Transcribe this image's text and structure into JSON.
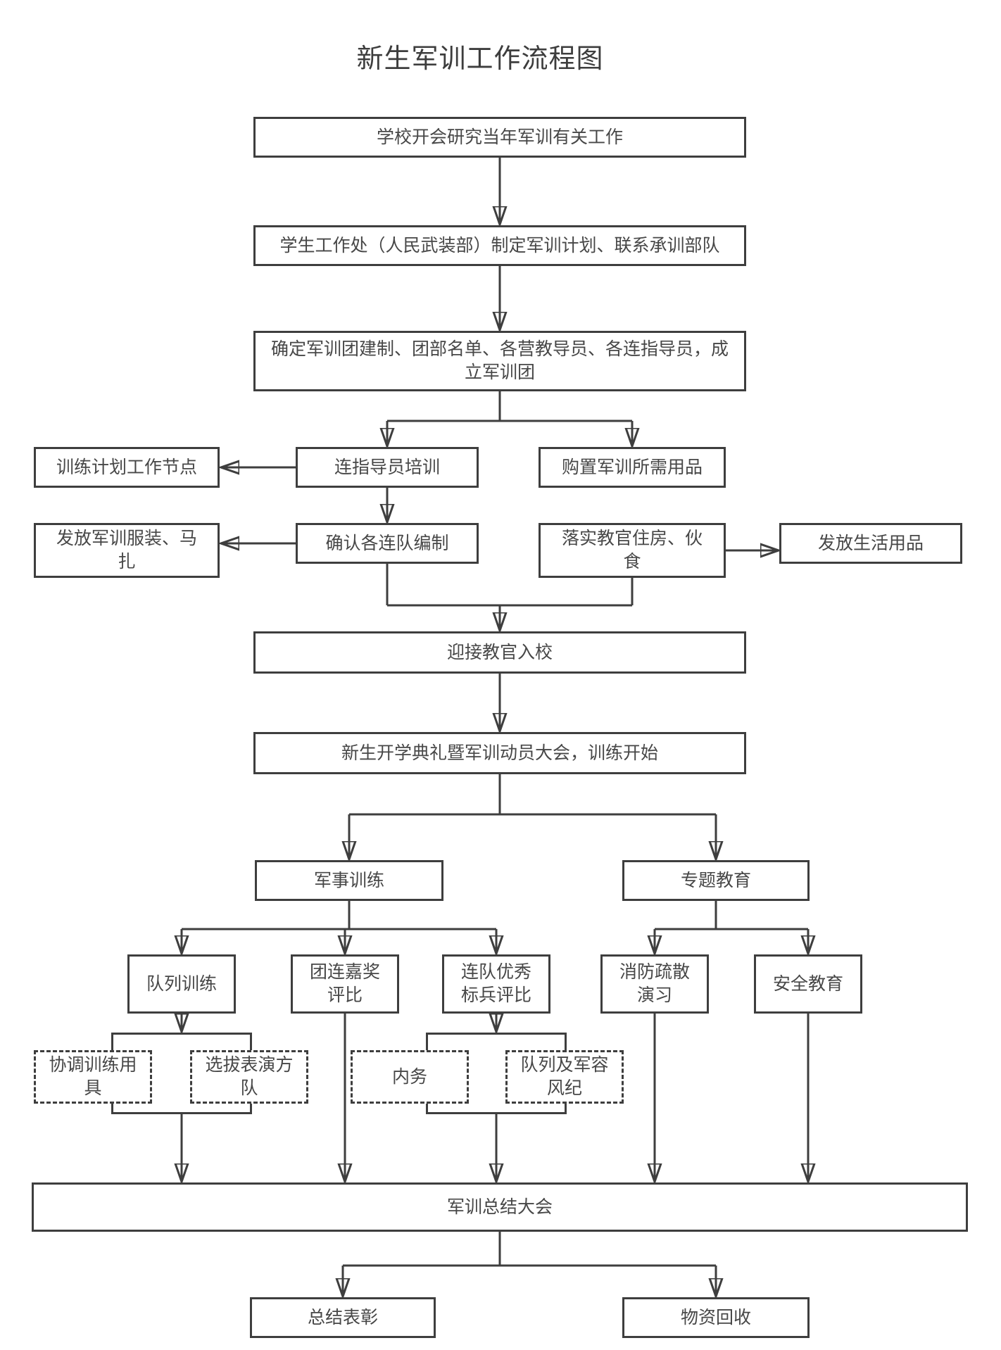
{
  "title": "新生军训工作流程图",
  "colors": {
    "line": "#3e3e3e",
    "text": "#474747",
    "background": "#ffffff"
  },
  "nodes": {
    "meeting": "学校开会研究当年军训有关工作",
    "plan": "学生工作处（人民武装部）制定军训计划、联系承训部队",
    "establish": "确定军训团建制、团部名单、各营教导员、各连指导员，成立军训团",
    "instructor_training": "连指导员培训",
    "purchase": "购置军训所需用品",
    "plan_nodes": "训练计划工作节点",
    "confirm_units": "确认各连队编制",
    "issue_uniforms": "发放军训服装、马扎",
    "housing": "落实教官住房、伙食",
    "daily_supplies": "发放生活用品",
    "welcome": "迎接教官入校",
    "ceremony": "新生开学典礼暨军训动员大会，训练开始",
    "military_training": "军事训练",
    "special_education": "专题教育",
    "drill": "队列训练",
    "commendation": "团连嘉奖评比",
    "model_review": "连队优秀标兵评比",
    "fire_drill": "消防疏散演习",
    "safety_education": "安全教育",
    "coordinate_equipment": "协调训练用具",
    "select_performance": "选拔表演方队",
    "internal_affairs": "内务",
    "drill_discipline": "队列及军容风纪",
    "summary_meeting": "军训总结大会",
    "commend": "总结表彰",
    "material_recovery": "物资回收"
  }
}
